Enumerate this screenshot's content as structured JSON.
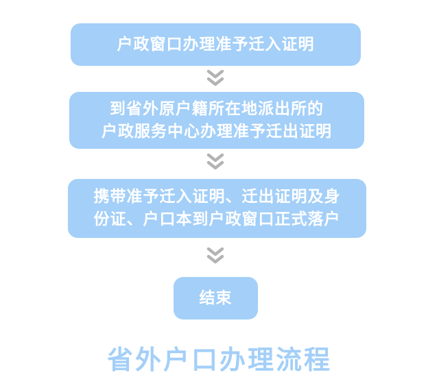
{
  "steps": [
    {
      "lines": [
        "户政窗口办理准予迁入证明"
      ]
    },
    {
      "lines": [
        "到省外原户籍所在地派出所的",
        "户政服务中心办理准予迁出证明"
      ]
    },
    {
      "lines": [
        "携带准予迁入证明、迁出证明及身",
        "份证、户口本到户政窗口正式落户"
      ]
    },
    {
      "lines": [
        "结束"
      ]
    }
  ],
  "title": "省外户口办理流程",
  "colors": {
    "box": "#a3cff8",
    "box_text": "#ffffff",
    "arrow": "#b3b3b3",
    "title": "#a3cff8"
  },
  "icons": {
    "arrow": "double-chevron-down-icon"
  }
}
